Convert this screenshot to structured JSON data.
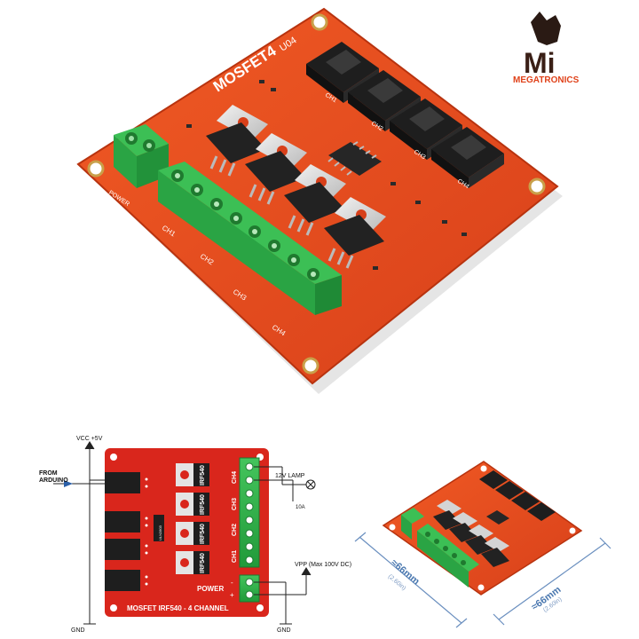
{
  "logo": {
    "wordmark": "MEGATRONICS",
    "emblem": "Mi"
  },
  "photo": {
    "board_title": "MOSFET4",
    "board_version": "U04",
    "power_label": "POWER",
    "channel_labels": [
      "CH1",
      "CH2",
      "CH3",
      "CH4"
    ],
    "header_labels": [
      "CH1",
      "CH2",
      "CH3",
      "CH4"
    ]
  },
  "diagram": {
    "vcc_label": "VCC +5V",
    "from_label_line1": "FROM",
    "from_label_line2": "ARDUINO",
    "gnd_left": "GND",
    "gnd_right": "GND",
    "lamp_label": "12V LAMP",
    "fuse_label": "10A",
    "vpp_label": "VPP (Max 100V DC)",
    "power_label": "POWER",
    "footer_label": "MOSFET IRF540 - 4 CHANNEL",
    "chip_label": "ULN2803",
    "mosfet_labels": [
      "IRF540",
      "IRF540",
      "IRF540",
      "IRF540"
    ],
    "channel_labels": [
      "CH4",
      "CH3",
      "CH2",
      "CH1"
    ],
    "pin_minus": "-",
    "pin_plus": "+"
  },
  "dimensions": {
    "left_main": "≈66mm",
    "left_sub": "(2.60in)",
    "right_main": "≈66mm",
    "right_sub": "(2.60in)"
  },
  "colors": {
    "board_orange": "#e8461c",
    "board_red": "#d9261c",
    "terminal_green": "#2fb24a",
    "header_black": "#1e1e1e",
    "heatsink_silver": "#d6d6d6",
    "dimension_blue": "#4a78b0"
  }
}
